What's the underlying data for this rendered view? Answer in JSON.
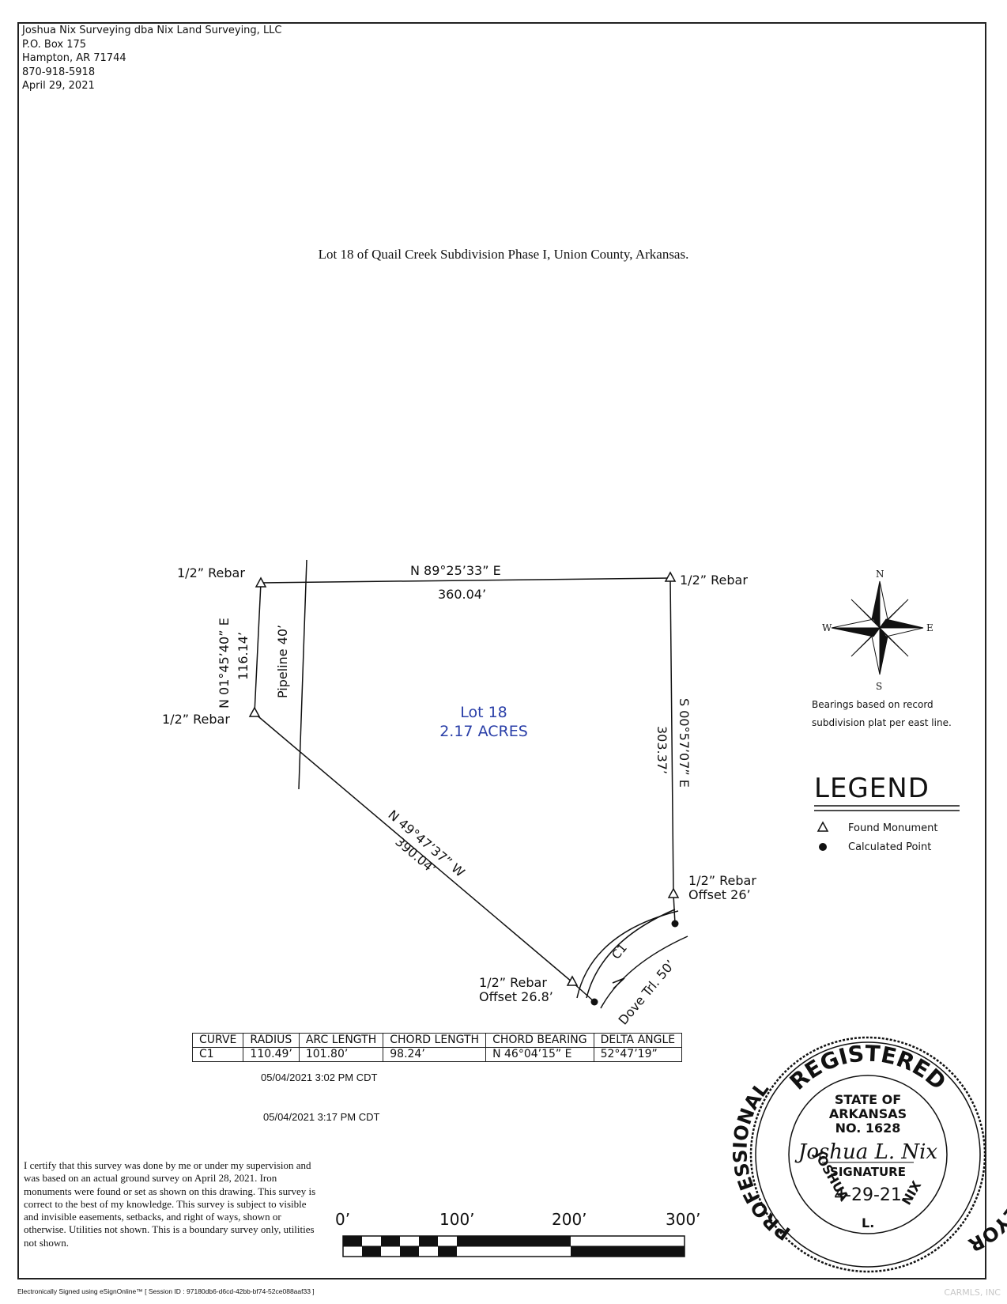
{
  "header": {
    "line1": "Joshua Nix Surveying dba Nix Land Surveying, LLC",
    "line2": "P.O. Box 175",
    "line3": "Hampton, AR 71744",
    "line4": "870-918-5918",
    "line5": "April 29, 2021"
  },
  "title": "Lot 18 of Quail Creek Subdivision Phase I, Union County, Arkansas.",
  "plat": {
    "rebar_nw": "1/2” Rebar",
    "rebar_ne": "1/2” Rebar",
    "rebar_w": "1/2” Rebar",
    "rebar_se": "1/2” Rebar",
    "offset_se": "Offset 26’",
    "rebar_s": "1/2” Rebar",
    "offset_s": "Offset 26.8’",
    "north_bearing": "N 89°25’33” E",
    "north_dist": "360.04’",
    "west_bearing": "N 01°45’40” E",
    "west_dist": "116.14’",
    "pipeline": "Pipeline 40’",
    "east_bearing": "S 00°57’07” E",
    "east_dist": "303.37’",
    "sw_bearing": "N 49°47’37” W",
    "sw_dist": "390.04’",
    "lot_name": "Lot 18",
    "lot_area": "2.17 ACRES",
    "curve_label": "C1",
    "road": "Dove Trl. 50’"
  },
  "compass": {
    "n": "N",
    "s": "S",
    "e": "E",
    "w": "W"
  },
  "basis_note": [
    "Bearings based on record",
    "subdivision plat per east line."
  ],
  "legend": {
    "title": "LEGEND",
    "found": "Found Monument",
    "calculated": "Calculated Point"
  },
  "curve_table": {
    "headers": [
      "CURVE",
      "RADIUS",
      "ARC LENGTH",
      "CHORD LENGTH",
      "CHORD BEARING",
      "DELTA ANGLE"
    ],
    "rows": [
      [
        "C1",
        "110.49’",
        "101.80’",
        "98.24’",
        "N 46°04’15” E",
        "52°47’19”"
      ]
    ]
  },
  "signed_times": [
    "05/04/2021 3:02 PM CDT",
    "05/04/2021 3:17 PM CDT"
  ],
  "certification": "I certify that this survey was done by me or under my supervision and was based on an actual ground survey on April 28, 2021. Iron monuments were found or set as shown on this drawing. This survey is correct to the best of my knowledge. This survey is subject to visible and invisible easements, setbacks, and right of ways, shown or otherwise. Utilities not shown. This is a boundary survey only, utilities not shown.",
  "scale": [
    "0’",
    "100’",
    "200’",
    "300’"
  ],
  "seal": {
    "top": "REGISTERED",
    "left": "PROFESSIONAL",
    "right": "LAND SURVEYOR",
    "state": "STATE OF",
    "arkansas": "ARKANSAS",
    "number": "NO. 1628",
    "signature_label": "SIGNATURE",
    "signature": "Joshua L. Nix",
    "date": "4-29-21",
    "name1": "JOSHUA",
    "name2": "L.",
    "name3": "NIX"
  },
  "footer": "Electronically Signed using eSignOnline™ [ Session ID : 97180db6-d6cd-42bb-bf74-52ce088aaf33 ]",
  "watermark": "CARMLS, INC"
}
